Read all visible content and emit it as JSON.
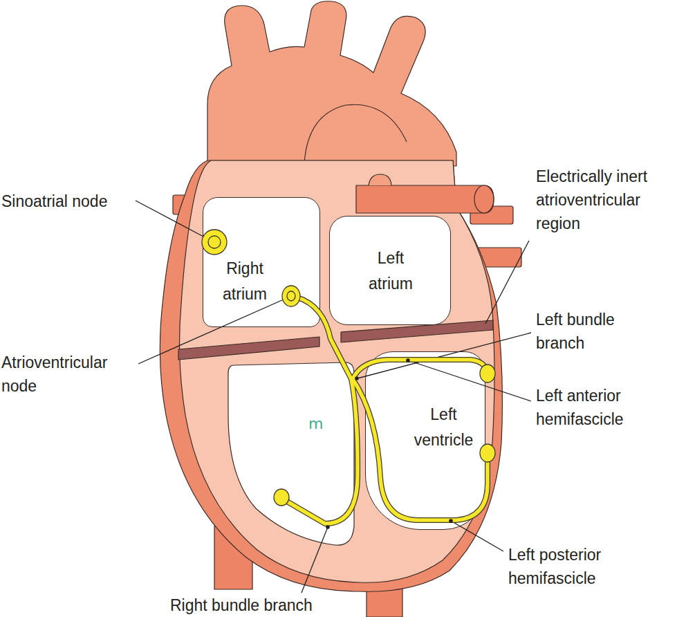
{
  "diagram": {
    "nodes": [
      {
        "text": [
          "Right atrium"
        ]
      },
      {
        "text": [
          "Left atrium"
        ]
      },
      {
        "text": [
          "Left ventricle"
        ]
      }
    ],
    "labels": [
      "Sinoatrial node",
      "Electrically inert atrioventricular region",
      "Atrioventricular node",
      "Left bundle branch",
      "Left anterior hemifascicle",
      "m",
      "Left posterior hemifascicle",
      "Right bundle branch"
    ]
  }
}
